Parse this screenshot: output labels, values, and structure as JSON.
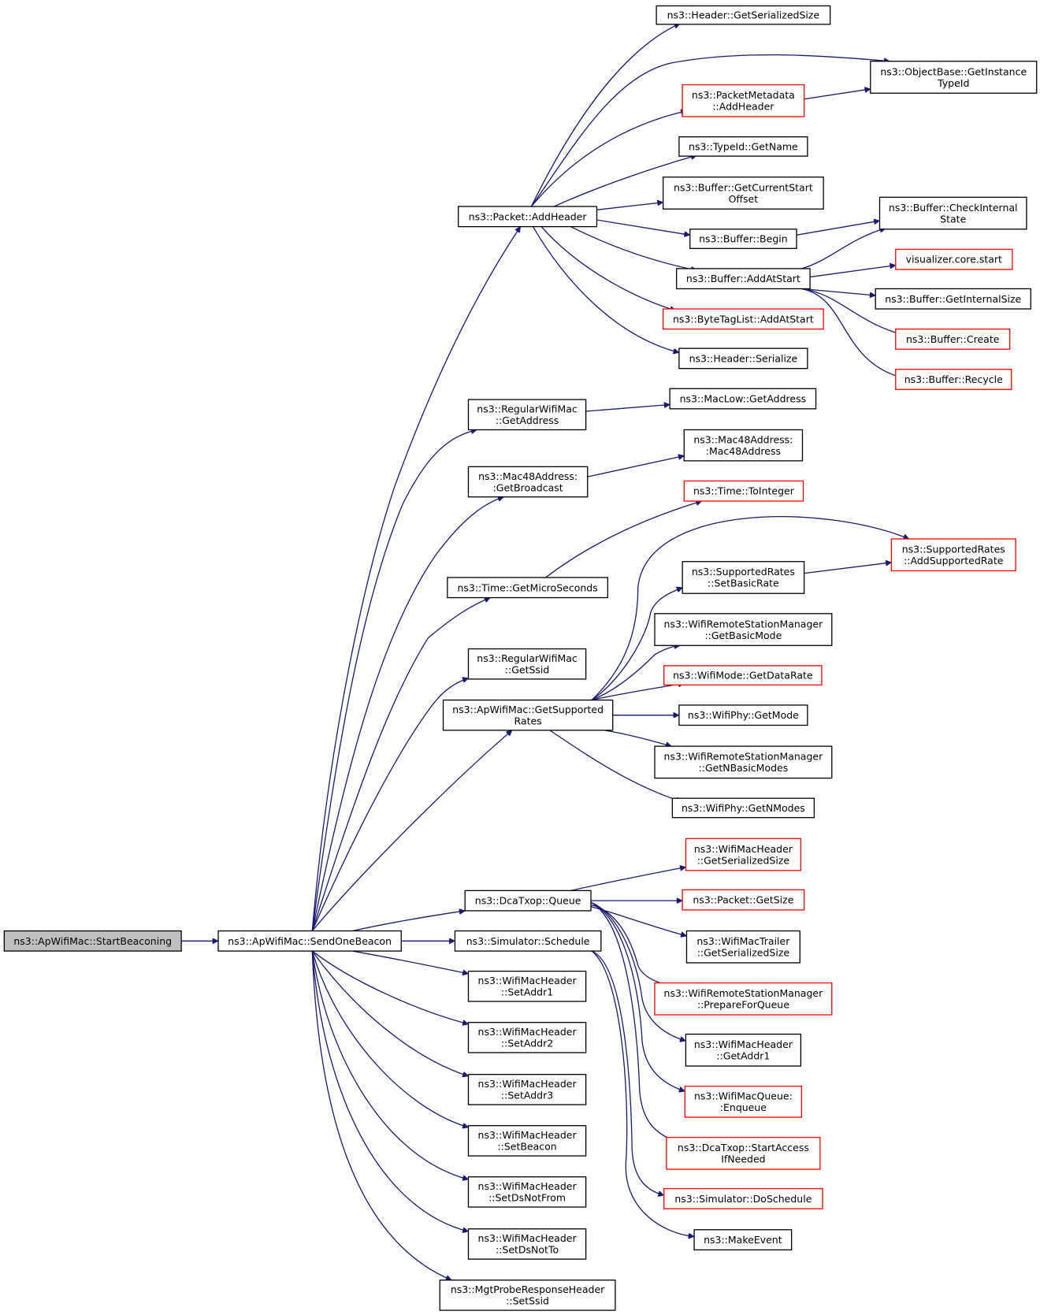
{
  "diagram": {
    "type": "call-graph",
    "colors": {
      "edge": "#191970",
      "node_border": "#000000",
      "truncated_border": "#ff0000",
      "root_fill": "#bfbfbf",
      "background": "#ffffff"
    },
    "nodes": [
      {
        "id": "startbeaconing",
        "lines": [
          "ns3::ApWifiMac::StartBeaconing"
        ],
        "style": "root"
      },
      {
        "id": "sendonebeacon",
        "lines": [
          "ns3::ApWifiMac::SendOneBeacon"
        ],
        "style": "normal"
      },
      {
        "id": "packet-addheader",
        "lines": [
          "ns3::Packet::AddHeader"
        ],
        "style": "normal"
      },
      {
        "id": "regularwifimac-getaddress",
        "lines": [
          "ns3::RegularWifiMac",
          "::GetAddress"
        ],
        "style": "normal"
      },
      {
        "id": "mac48address-getbroadcast",
        "lines": [
          "ns3::Mac48Address:",
          ":GetBroadcast"
        ],
        "style": "normal"
      },
      {
        "id": "time-getmicroseconds",
        "lines": [
          "ns3::Time::GetMicroSeconds"
        ],
        "style": "normal"
      },
      {
        "id": "regularwifimac-getssid",
        "lines": [
          "ns3::RegularWifiMac",
          "::GetSsid"
        ],
        "style": "normal"
      },
      {
        "id": "apwifimac-getsupportedrates",
        "lines": [
          "ns3::ApWifiMac::GetSupported",
          "Rates"
        ],
        "style": "normal"
      },
      {
        "id": "dcatxop-queue",
        "lines": [
          "ns3::DcaTxop::Queue"
        ],
        "style": "normal"
      },
      {
        "id": "simulator-schedule",
        "lines": [
          "ns3::Simulator::Schedule"
        ],
        "style": "normal"
      },
      {
        "id": "wifimacheader-setaddr1",
        "lines": [
          "ns3::WifiMacHeader",
          "::SetAddr1"
        ],
        "style": "normal"
      },
      {
        "id": "wifimacheader-setaddr2",
        "lines": [
          "ns3::WifiMacHeader",
          "::SetAddr2"
        ],
        "style": "normal"
      },
      {
        "id": "wifimacheader-setaddr3",
        "lines": [
          "ns3::WifiMacHeader",
          "::SetAddr3"
        ],
        "style": "normal"
      },
      {
        "id": "wifimacheader-setbeacon",
        "lines": [
          "ns3::WifiMacHeader",
          "::SetBeacon"
        ],
        "style": "normal"
      },
      {
        "id": "wifimacheader-setdsnotfrom",
        "lines": [
          "ns3::WifiMacHeader",
          "::SetDsNotFrom"
        ],
        "style": "normal"
      },
      {
        "id": "wifimacheader-setdsnotto",
        "lines": [
          "ns3::WifiMacHeader",
          "::SetDsNotTo"
        ],
        "style": "normal"
      },
      {
        "id": "mgtproberesponseheader-setssid",
        "lines": [
          "ns3::MgtProbeResponseHeader",
          "::SetSsid"
        ],
        "style": "normal"
      },
      {
        "id": "header-getserializedsize",
        "lines": [
          "ns3::Header::GetSerializedSize"
        ],
        "style": "normal"
      },
      {
        "id": "objectbase-getinstancetypeid",
        "lines": [
          "ns3::ObjectBase::GetInstance",
          "TypeId"
        ],
        "style": "normal"
      },
      {
        "id": "packetmetadata-addheader",
        "lines": [
          "ns3::PacketMetadata",
          "::AddHeader"
        ],
        "style": "red"
      },
      {
        "id": "typeid-getname",
        "lines": [
          "ns3::TypeId::GetName"
        ],
        "style": "normal"
      },
      {
        "id": "buffer-getcurrentstartoffset",
        "lines": [
          "ns3::Buffer::GetCurrentStart",
          "Offset"
        ],
        "style": "normal"
      },
      {
        "id": "buffer-begin",
        "lines": [
          "ns3::Buffer::Begin"
        ],
        "style": "normal"
      },
      {
        "id": "buffer-addatstart",
        "lines": [
          "ns3::Buffer::AddAtStart"
        ],
        "style": "normal"
      },
      {
        "id": "bytetaglist-addatstart",
        "lines": [
          "ns3::ByteTagList::AddAtStart"
        ],
        "style": "red"
      },
      {
        "id": "header-serialize",
        "lines": [
          "ns3::Header::Serialize"
        ],
        "style": "normal"
      },
      {
        "id": "buffer-checkinternalstate",
        "lines": [
          "ns3::Buffer::CheckInternal",
          "State"
        ],
        "style": "normal"
      },
      {
        "id": "visualizer-core-start",
        "lines": [
          "visualizer.core.start"
        ],
        "style": "red"
      },
      {
        "id": "buffer-getinternalsize",
        "lines": [
          "ns3::Buffer::GetInternalSize"
        ],
        "style": "normal"
      },
      {
        "id": "buffer-create",
        "lines": [
          "ns3::Buffer::Create"
        ],
        "style": "red"
      },
      {
        "id": "buffer-recycle",
        "lines": [
          "ns3::Buffer::Recycle"
        ],
        "style": "red"
      },
      {
        "id": "maclow-getaddress",
        "lines": [
          "ns3::MacLow::GetAddress"
        ],
        "style": "normal"
      },
      {
        "id": "mac48address-mac48address",
        "lines": [
          "ns3::Mac48Address:",
          ":Mac48Address"
        ],
        "style": "normal"
      },
      {
        "id": "time-tointeger",
        "lines": [
          "ns3::Time::ToInteger"
        ],
        "style": "red"
      },
      {
        "id": "supportedrates-addsupportedrate",
        "lines": [
          "ns3::SupportedRates",
          "::AddSupportedRate"
        ],
        "style": "red"
      },
      {
        "id": "supportedrates-setbasicrate",
        "lines": [
          "ns3::SupportedRates",
          "::SetBasicRate"
        ],
        "style": "normal"
      },
      {
        "id": "wifiremotestationmanager-getbasicmode",
        "lines": [
          "ns3::WifiRemoteStationManager",
          "::GetBasicMode"
        ],
        "style": "normal"
      },
      {
        "id": "wifimode-getdatarate",
        "lines": [
          "ns3::WifiMode::GetDataRate"
        ],
        "style": "red"
      },
      {
        "id": "wifiphy-getmode",
        "lines": [
          "ns3::WifiPhy::GetMode"
        ],
        "style": "normal"
      },
      {
        "id": "wifiremotestationmanager-getnbasicmodes",
        "lines": [
          "ns3::WifiRemoteStationManager",
          "::GetNBasicModes"
        ],
        "style": "normal"
      },
      {
        "id": "wifiphy-getnmodes",
        "lines": [
          "ns3::WifiPhy::GetNModes"
        ],
        "style": "normal"
      },
      {
        "id": "wifimacheader-getserializedsize",
        "lines": [
          "ns3::WifiMacHeader",
          "::GetSerializedSize"
        ],
        "style": "red"
      },
      {
        "id": "packet-getsize",
        "lines": [
          "ns3::Packet::GetSize"
        ],
        "style": "red"
      },
      {
        "id": "wifimactrailer-getserializedsize",
        "lines": [
          "ns3::WifiMacTrailer",
          "::GetSerializedSize"
        ],
        "style": "normal"
      },
      {
        "id": "wifiremotestationmanager-prepareforqueue",
        "lines": [
          "ns3::WifiRemoteStationManager",
          "::PrepareForQueue"
        ],
        "style": "red"
      },
      {
        "id": "wifimacheader-getaddr1",
        "lines": [
          "ns3::WifiMacHeader",
          "::GetAddr1"
        ],
        "style": "normal"
      },
      {
        "id": "wifimacqueue-enqueue",
        "lines": [
          "ns3::WifiMacQueue:",
          ":Enqueue"
        ],
        "style": "red"
      },
      {
        "id": "dcatxop-startaccessifneeded",
        "lines": [
          "ns3::DcaTxop::StartAccess",
          "IfNeeded"
        ],
        "style": "red"
      },
      {
        "id": "simulator-doschedule",
        "lines": [
          "ns3::Simulator::DoSchedule"
        ],
        "style": "red"
      },
      {
        "id": "makeevent",
        "lines": [
          "ns3::MakeEvent"
        ],
        "style": "normal"
      }
    ],
    "edges": [
      [
        "startbeaconing",
        "sendonebeacon"
      ],
      [
        "sendonebeacon",
        "packet-addheader"
      ],
      [
        "sendonebeacon",
        "regularwifimac-getaddress"
      ],
      [
        "sendonebeacon",
        "mac48address-getbroadcast"
      ],
      [
        "sendonebeacon",
        "time-getmicroseconds"
      ],
      [
        "sendonebeacon",
        "regularwifimac-getssid"
      ],
      [
        "sendonebeacon",
        "apwifimac-getsupportedrates"
      ],
      [
        "sendonebeacon",
        "dcatxop-queue"
      ],
      [
        "sendonebeacon",
        "simulator-schedule"
      ],
      [
        "sendonebeacon",
        "wifimacheader-setaddr1"
      ],
      [
        "sendonebeacon",
        "wifimacheader-setaddr2"
      ],
      [
        "sendonebeacon",
        "wifimacheader-setaddr3"
      ],
      [
        "sendonebeacon",
        "wifimacheader-setbeacon"
      ],
      [
        "sendonebeacon",
        "wifimacheader-setdsnotfrom"
      ],
      [
        "sendonebeacon",
        "wifimacheader-setdsnotto"
      ],
      [
        "sendonebeacon",
        "mgtproberesponseheader-setssid"
      ],
      [
        "packet-addheader",
        "header-getserializedsize"
      ],
      [
        "packet-addheader",
        "objectbase-getinstancetypeid"
      ],
      [
        "packet-addheader",
        "packetmetadata-addheader"
      ],
      [
        "packet-addheader",
        "typeid-getname"
      ],
      [
        "packet-addheader",
        "buffer-getcurrentstartoffset"
      ],
      [
        "packet-addheader",
        "buffer-begin"
      ],
      [
        "packet-addheader",
        "buffer-addatstart"
      ],
      [
        "packet-addheader",
        "bytetaglist-addatstart"
      ],
      [
        "packet-addheader",
        "header-serialize"
      ],
      [
        "packetmetadata-addheader",
        "objectbase-getinstancetypeid"
      ],
      [
        "buffer-begin",
        "buffer-checkinternalstate"
      ],
      [
        "buffer-addatstart",
        "buffer-checkinternalstate"
      ],
      [
        "buffer-addatstart",
        "visualizer-core-start"
      ],
      [
        "buffer-addatstart",
        "buffer-getinternalsize"
      ],
      [
        "buffer-addatstart",
        "buffer-create"
      ],
      [
        "buffer-addatstart",
        "buffer-recycle"
      ],
      [
        "regularwifimac-getaddress",
        "maclow-getaddress"
      ],
      [
        "mac48address-getbroadcast",
        "mac48address-mac48address"
      ],
      [
        "time-getmicroseconds",
        "time-tointeger"
      ],
      [
        "apwifimac-getsupportedrates",
        "supportedrates-addsupportedrate"
      ],
      [
        "apwifimac-getsupportedrates",
        "supportedrates-setbasicrate"
      ],
      [
        "apwifimac-getsupportedrates",
        "wifiremotestationmanager-getbasicmode"
      ],
      [
        "apwifimac-getsupportedrates",
        "wifimode-getdatarate"
      ],
      [
        "apwifimac-getsupportedrates",
        "wifiphy-getmode"
      ],
      [
        "apwifimac-getsupportedrates",
        "wifiremotestationmanager-getnbasicmodes"
      ],
      [
        "apwifimac-getsupportedrates",
        "wifiphy-getnmodes"
      ],
      [
        "supportedrates-setbasicrate",
        "supportedrates-addsupportedrate"
      ],
      [
        "dcatxop-queue",
        "wifimacheader-getserializedsize"
      ],
      [
        "dcatxop-queue",
        "packet-getsize"
      ],
      [
        "dcatxop-queue",
        "wifimactrailer-getserializedsize"
      ],
      [
        "dcatxop-queue",
        "wifiremotestationmanager-prepareforqueue"
      ],
      [
        "dcatxop-queue",
        "wifimacheader-getaddr1"
      ],
      [
        "dcatxop-queue",
        "wifimacqueue-enqueue"
      ],
      [
        "dcatxop-queue",
        "dcatxop-startaccessifneeded"
      ],
      [
        "simulator-schedule",
        "simulator-doschedule"
      ],
      [
        "simulator-schedule",
        "makeevent"
      ]
    ]
  }
}
